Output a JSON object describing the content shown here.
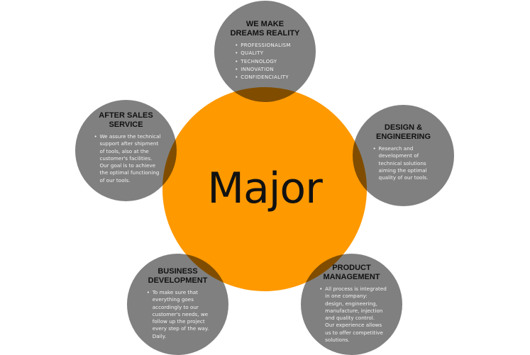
{
  "center": {
    "label": "Major",
    "color": "#FF9900"
  },
  "node_color": "#808080",
  "overlap_color": "#804C00",
  "nodes": {
    "top": {
      "title_line1": "WE MAKE",
      "title_line2": "DREAMS REALITY",
      "bullets": [
        "PROFESSIONALISM",
        "QUALITY",
        "TECHNOLOGY",
        "INNOVATION",
        "CONFIDENCIALITY"
      ]
    },
    "left": {
      "title_line1": "AFTER SALES",
      "title_line2": "SERVICE",
      "lines": [
        "We assure the technical",
        "support after shipment",
        "of tools, also at the",
        "customer's facilities.",
        "Our goal is to achieve",
        "the optimal functioning",
        "of our tools."
      ]
    },
    "right": {
      "title_line1": "DESIGN &",
      "title_line2": "ENGINEERING",
      "lines": [
        "Research and",
        "development of",
        "technical solutions",
        "aiming the optimal",
        "quality of our tools."
      ]
    },
    "bottom_left": {
      "title_line1": "BUSINESS",
      "title_line2": "DEVELOPMENT",
      "lines": [
        "To make sure that",
        "everything goes",
        "accordingly to our",
        "customer's needs, we",
        "follow up the project",
        "every step of the way.",
        "Daily."
      ]
    },
    "bottom_right": {
      "title_line1": "PRODUCT",
      "title_line2": "MANAGEMENT",
      "lines": [
        "All process is integrated",
        "in one company:",
        "design, engineering,",
        "manufacture, injection",
        "and quality control.",
        "Our experience allows",
        "us to offer competitive",
        "solutions."
      ]
    }
  }
}
